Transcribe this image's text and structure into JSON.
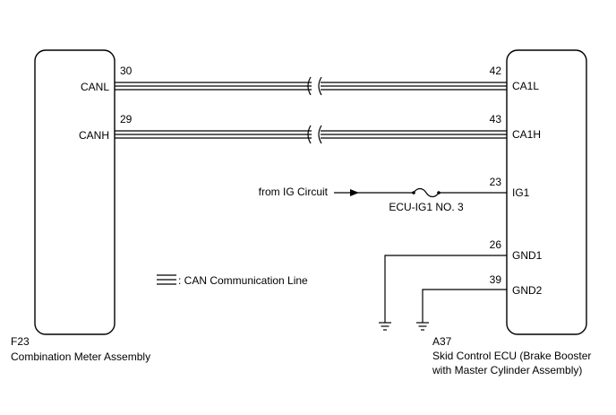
{
  "left_ecu": {
    "code": "F23",
    "name": "Combination Meter Assembly",
    "pins": [
      {
        "number": "30",
        "label": "CANL"
      },
      {
        "number": "29",
        "label": "CANH"
      }
    ]
  },
  "right_ecu": {
    "code": "A37",
    "name_line1": "Skid Control ECU (Brake Booster",
    "name_line2": "with Master Cylinder Assembly)",
    "pins": [
      {
        "number": "42",
        "label": "CA1L"
      },
      {
        "number": "43",
        "label": "CA1H"
      },
      {
        "number": "23",
        "label": "IG1"
      },
      {
        "number": "26",
        "label": "GND1"
      },
      {
        "number": "39",
        "label": "GND2"
      }
    ]
  },
  "ig_source": "from IG Circuit",
  "fuse_label": "ECU-IG1 NO. 3",
  "legend": {
    "text": ": CAN Communication Line"
  }
}
